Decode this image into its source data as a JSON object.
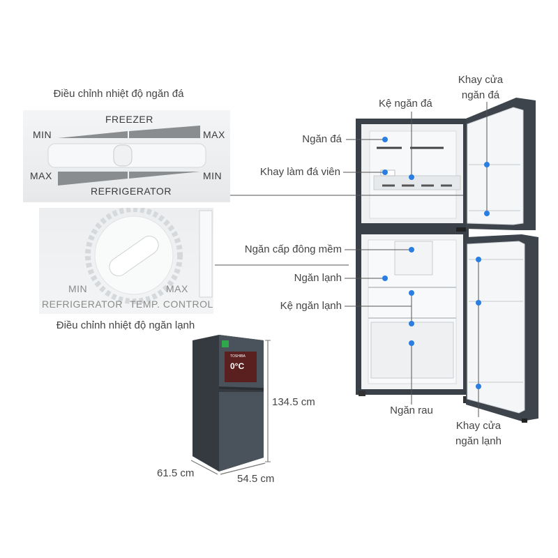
{
  "freezer_control": {
    "caption": "Điều chỉnh nhiệt độ ngăn đá",
    "top_label": "FREEZER",
    "bottom_label": "REFRIGERATOR",
    "min_left": "MIN",
    "max_right": "MAX",
    "max_left": "MAX",
    "min_right": "MIN"
  },
  "fridge_control": {
    "caption": "Điều chỉnh nhiệt độ ngăn lạnh",
    "min_label": "MIN",
    "max_label": "MAX",
    "left_label": "REFRIGERATOR",
    "right_label": "TEMP. CONTROL"
  },
  "callouts": {
    "khay_cua_ngan_da": "Khay cửa\nngăn đá",
    "ke_ngan_da": "Kệ ngăn đá",
    "ngan_da": "Ngăn đá",
    "khay_lam_da_vien": "Khay làm đá viên",
    "ngan_cap_dong_mem": "Ngăn cấp đông mềm",
    "ngan_lanh": "Ngăn lạnh",
    "ke_ngan_lanh": "Kệ ngăn lạnh",
    "ngan_rau": "Ngăn rau",
    "khay_cua_ngan_lanh": "Khay cửa\nngăn lạnh"
  },
  "dimensions": {
    "height": "134.5 cm",
    "depth": "61.5 cm",
    "width": "54.5 cm"
  },
  "product_screen": {
    "brand": "TOSHIBA",
    "temp": "0°C"
  },
  "colors": {
    "callout_dot": "#2a7de1",
    "fridge_body": "#3c434b",
    "interior": "#f2f4f5"
  }
}
